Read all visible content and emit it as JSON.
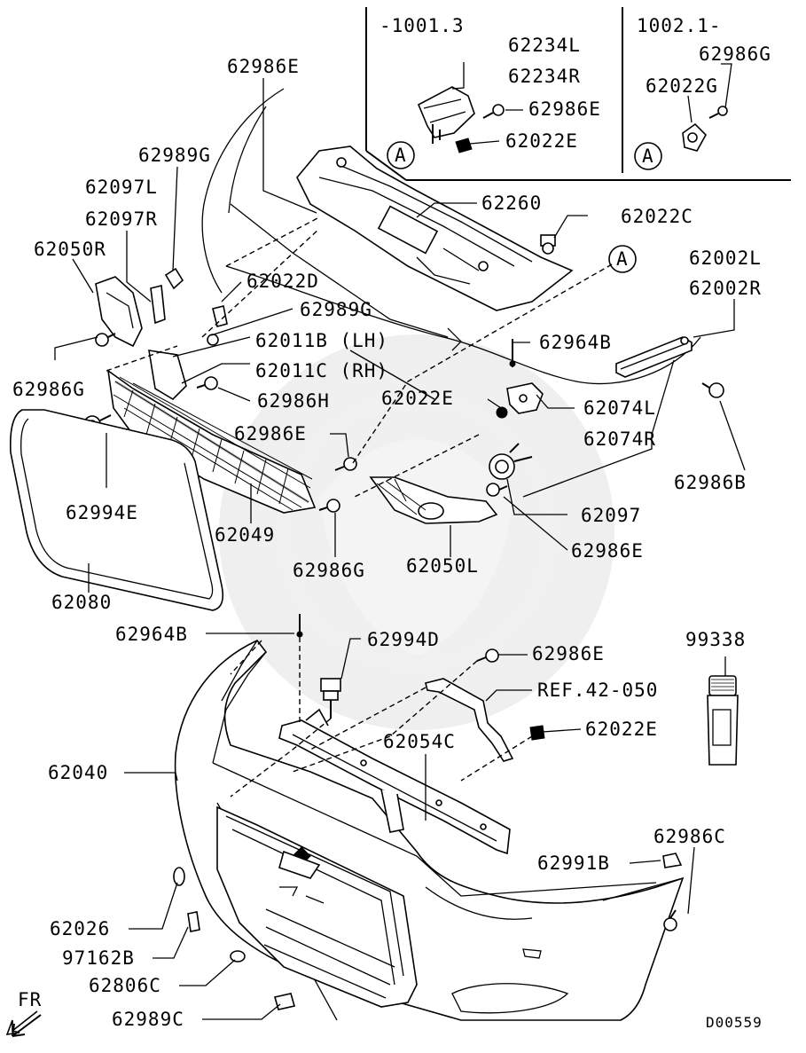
{
  "inset": {
    "left_range": "-1001.3",
    "right_range": "1002.1-",
    "circle_label": "A"
  },
  "labels": {
    "p62986E_top": "62986E",
    "p62234L": "62234L",
    "p62234R": "62234R",
    "p62986E_inset": "62986E",
    "p62022E_inset": "62022E",
    "p62986G_inset": "62986G",
    "p62022G": "62022G",
    "p62989G_top": "62989G",
    "p62097L": "62097L",
    "p62097R": "62097R",
    "p62050R": "62050R",
    "p62260": "62260",
    "p62022C": "62022C",
    "circle_A_main": "A",
    "p62002L": "62002L",
    "p62002R": "62002R",
    "p62022D": "62022D",
    "p62989G_mid": "62989G",
    "p62011B": "62011B (LH)",
    "p62011C": "62011C (RH)",
    "p62964B_top": "62964B",
    "p62986G_left": "62986G",
    "p62986H": "62986H",
    "p62022E_mid": "62022E",
    "p62074L": "62074L",
    "p62074R": "62074R",
    "p62986E_mid": "62986E",
    "p62986B": "62986B",
    "p62994E": "62994E",
    "p62097": "62097",
    "p62049": "62049",
    "p62986E_right": "62986E",
    "p62986G_bottom": "62986G",
    "p62050L": "62050L",
    "p62080": "62080",
    "p62964B_bottom": "62964B",
    "p62994D": "62994D",
    "p62986E_lower": "62986E",
    "p99338": "99338",
    "ref": "REF.42-050",
    "p62040": "62040",
    "p62054C": "62054C",
    "p62022E_lower": "62022E",
    "p62986C": "62986C",
    "p62991B": "62991B",
    "p62026": "62026",
    "p97162B": "97162B",
    "p62806C": "62806C",
    "p62989C": "62989C",
    "fr": "FR",
    "code": "D00559"
  }
}
